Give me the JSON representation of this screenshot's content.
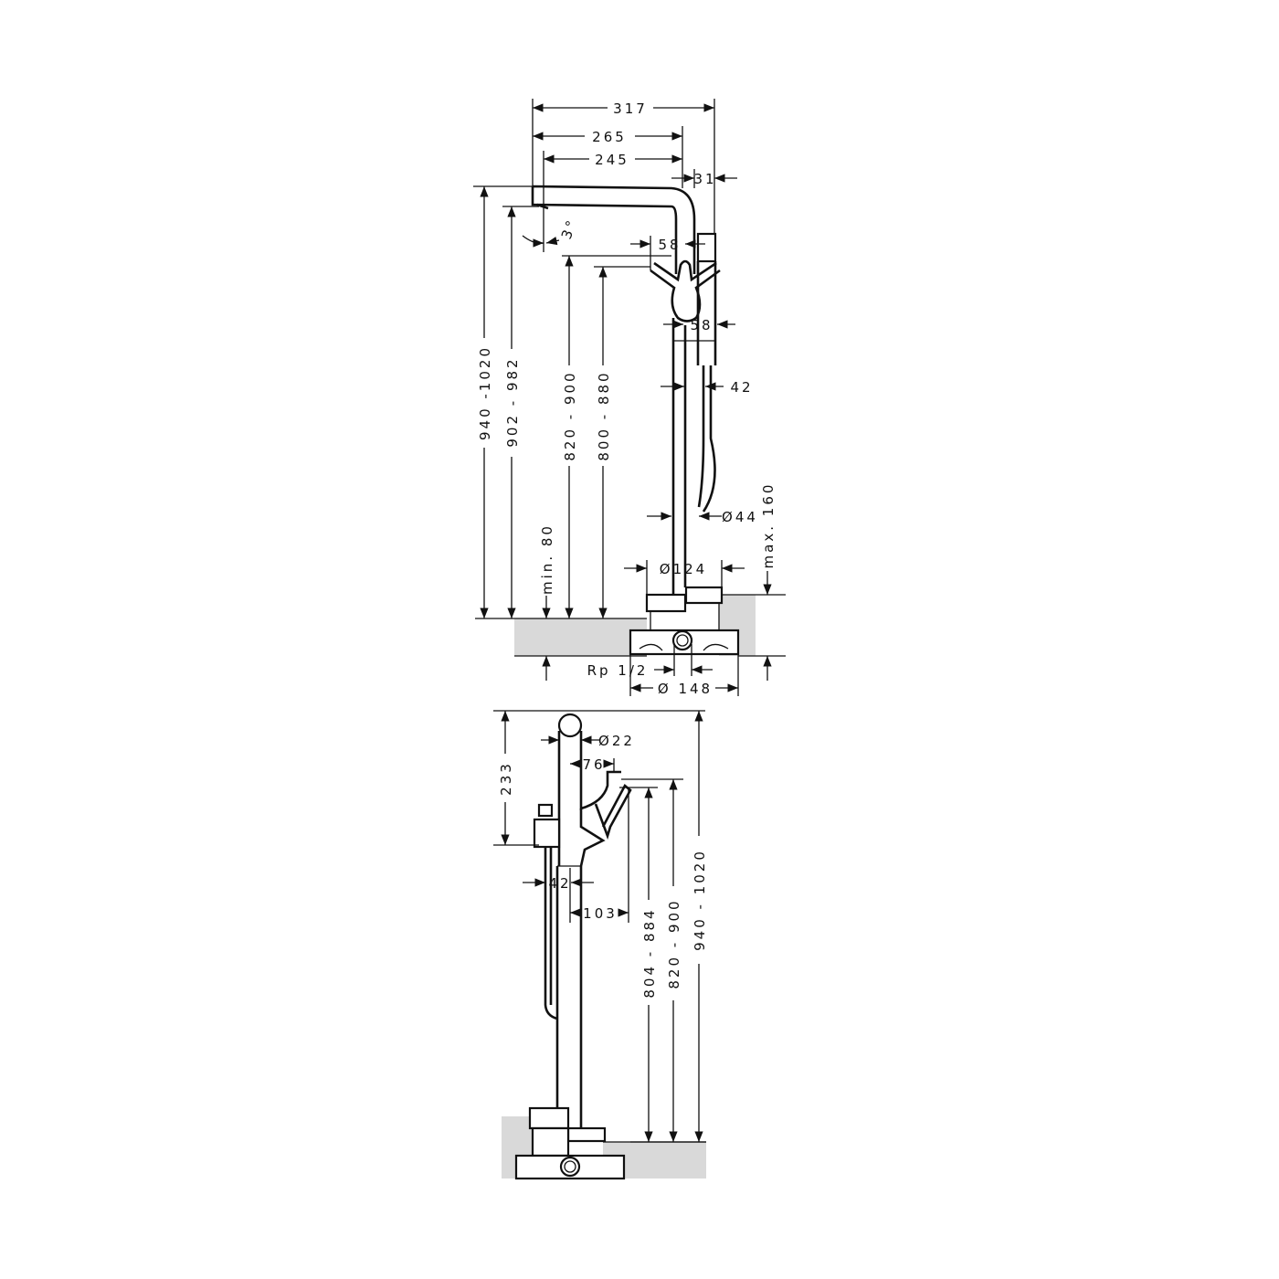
{
  "side_view": {
    "dims": {
      "d317": "317",
      "d265": "265",
      "d245": "245",
      "d31": "31",
      "angle": "3°",
      "d58_top": "58",
      "d58_bottom": "58",
      "d42": "42",
      "h940_1020": "940 -1020",
      "h902_982": "902 - 982",
      "h820_900": "820 - 900",
      "h800_880": "800 - 880",
      "min80": "min. 80",
      "dia44": "Ø44",
      "dia124": "Ø124",
      "max160": "max. 160",
      "rp": "Rp 1/2",
      "dia148": "Ø 148"
    }
  },
  "front_view": {
    "dims": {
      "d233": "233",
      "dia22": "Ø22",
      "d76": "76",
      "d42": "42",
      "d103": "103",
      "h804_884": "804 - 884",
      "h820_900": "820 - 900",
      "h940_1020": "940 - 1020"
    }
  },
  "colors": {
    "line": "#111111",
    "floor": "#d9d9d9"
  }
}
